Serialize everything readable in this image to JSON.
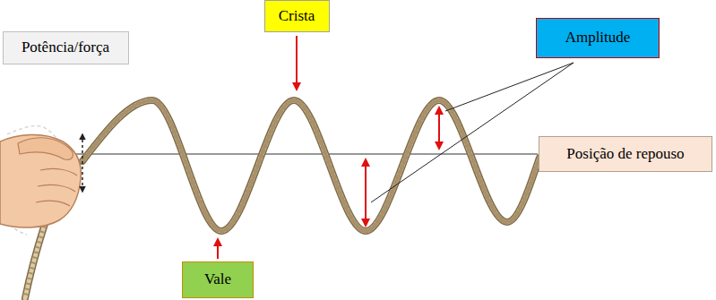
{
  "diagram": {
    "nodes": [
      {
        "text": [
          "Potência/força"
        ]
      },
      {
        "text": [
          "Crista"
        ]
      },
      {
        "text": [
          "Amplitude"
        ]
      },
      {
        "text": [
          "Posição de repouso"
        ]
      },
      {
        "text": [
          "Vale"
        ]
      }
    ]
  }
}
